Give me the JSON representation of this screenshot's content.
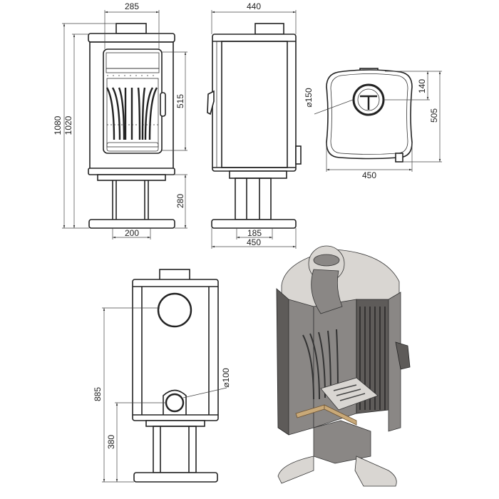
{
  "front_view": {
    "width_label": "285",
    "height_total_label": "1080",
    "height_body_label": "1020",
    "door_height_label": "515",
    "pedestal_height_label": "280",
    "base_label": "200"
  },
  "side_view": {
    "depth_label": "440",
    "pedestal_label": "185",
    "base_label": "450"
  },
  "top_view": {
    "flue_diameter_label": "⌀150",
    "flue_offset_label": "140",
    "depth_label": "505",
    "width_label": "450"
  },
  "back_view": {
    "rear_flue_height_label": "885",
    "air_inlet_height_label": "380",
    "air_inlet_diameter_label": "⌀100"
  },
  "colors": {
    "line": "#222222",
    "cast_iron": "#8a8785",
    "insulation": "#c9a978"
  }
}
